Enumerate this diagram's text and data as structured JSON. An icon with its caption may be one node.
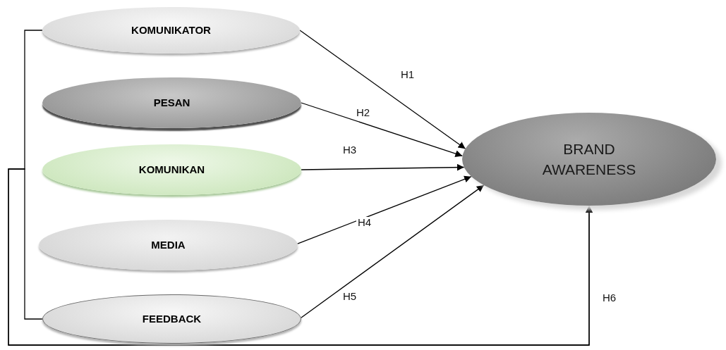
{
  "diagram": {
    "nodes": [
      {
        "text": [
          "KOMUNIKATOR"
        ]
      },
      {
        "text": [
          "PESAN"
        ]
      },
      {
        "text": [
          "KOMUNIKAN"
        ]
      },
      {
        "text": [
          "MEDIA"
        ]
      },
      {
        "text": [
          "FEEDBACK"
        ]
      },
      {
        "text": [
          "BRAND AWARENESS"
        ]
      }
    ],
    "edges": [
      {
        "from": 0,
        "to": 5,
        "arrow": "to",
        "label": "H1"
      },
      {
        "from": 1,
        "to": 5,
        "arrow": "to",
        "label": "H2"
      },
      {
        "from": 2,
        "to": 5,
        "arrow": "to",
        "label": "H3"
      },
      {
        "from": 3,
        "to": 5,
        "arrow": "to",
        "label": "H4"
      },
      {
        "from": 4,
        "to": 5,
        "arrow": "to",
        "label": "H5"
      },
      {
        "from": 0,
        "to": 5,
        "arrow": "to",
        "label": "H6"
      },
      {
        "from": 4,
        "to": 5,
        "arrow": "to"
      }
    ]
  }
}
